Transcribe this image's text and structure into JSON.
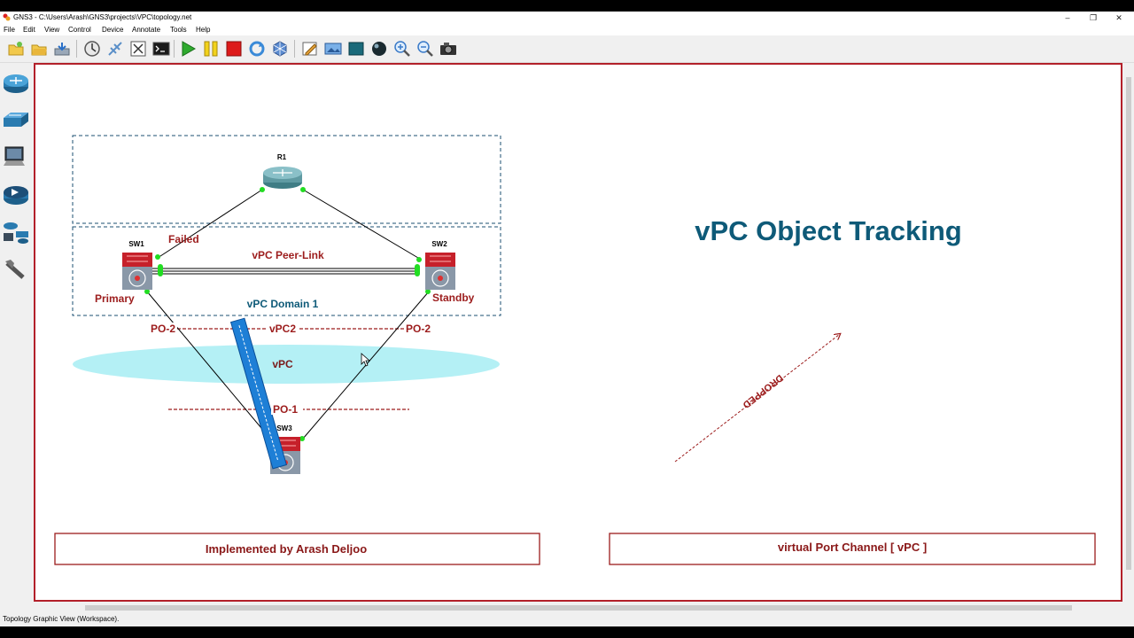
{
  "window": {
    "title": "GNS3 - C:\\Users\\Arash\\GNS3\\projects\\VPC\\topology.net",
    "controls": {
      "minimize": "–",
      "restore": "❐",
      "close": "✕"
    }
  },
  "menu": [
    "File",
    "Edit",
    "View",
    "Control",
    "Device",
    "Annotate",
    "Tools",
    "Help"
  ],
  "toolbar_icons": [
    "new-project-icon",
    "open-project-icon",
    "save-project-icon",
    "snapshot-icon",
    "console-connect-icon",
    "reload-icon",
    "terminal-icon",
    "start-icon",
    "suspend-icon",
    "stop-icon",
    "refresh-icon",
    "virtualbox-icon",
    "annotate-icon",
    "screenshot-icon",
    "rectangle-icon",
    "ellipse-icon",
    "zoom-in-icon",
    "zoom-out-icon",
    "camera-icon"
  ],
  "dock_icons": [
    "router-icon",
    "switch-icon",
    "end-device-icon",
    "security-device-icon",
    "all-devices-icon",
    "link-icon"
  ],
  "topology": {
    "devices": {
      "r1": "R1",
      "sw1": "SW1",
      "sw2": "SW2",
      "sw3": "SW3"
    },
    "labels": {
      "failed": "Failed",
      "peer_link": "vPC Peer-Link",
      "primary": "Primary",
      "standby": "Standby",
      "vpc_domain": "vPC Domain 1",
      "po2_left": "PO-2",
      "vpc2": "vPC2",
      "po2_right": "PO-2",
      "vpc_ellipse": "vPC",
      "po1": "PO-1"
    }
  },
  "heading": "vPC Object Tracking",
  "dropped_label": "DROPPED",
  "footer_left": "Implemented by Arash Deljoo",
  "footer_right": "virtual Port Channel [ vPC ]",
  "status": "Topology Graphic View (Workspace).",
  "colors": {
    "frame_red": "#b3202a",
    "label_red": "#9c1c1c",
    "title_blue": "#0e5a78",
    "vpc_cyan": "#b4f0f5",
    "tracking_blue": "#1e7fd6",
    "port_green": "#22dd22"
  }
}
